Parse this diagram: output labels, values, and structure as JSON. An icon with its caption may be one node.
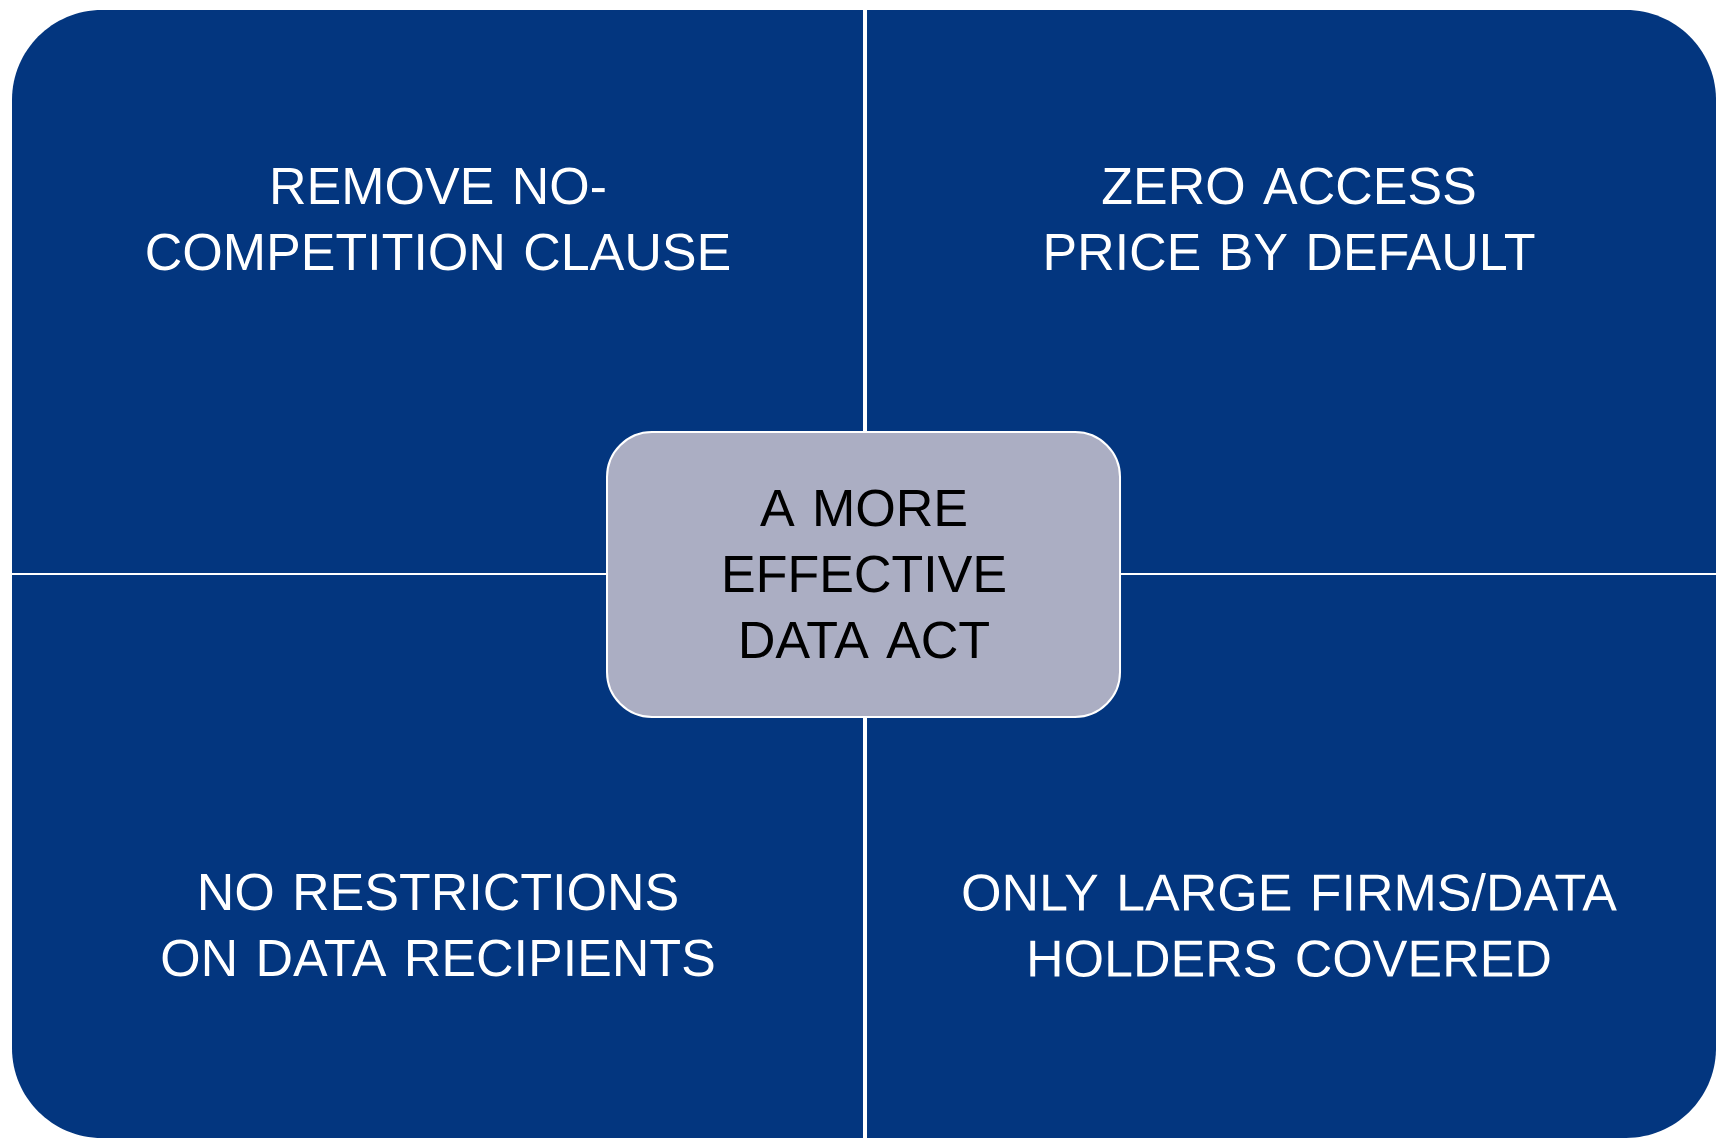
{
  "diagram": {
    "nodes": [
      {
        "text": [
          "REMOVE NO-COMPETITION CLAUSE"
        ]
      },
      {
        "text": [
          "ZERO ACCESS PRICE BY DEFAULT"
        ]
      },
      {
        "text": [
          "A MORE EFFECTIVE DATA ACT"
        ]
      },
      {
        "text": [
          "NO RESTRICTIONS ON DATA RECIPIENTS"
        ]
      },
      {
        "text": [
          "ONLY LARGE FIRMS/DATA HOLDERS COVERED"
        ]
      }
    ]
  }
}
